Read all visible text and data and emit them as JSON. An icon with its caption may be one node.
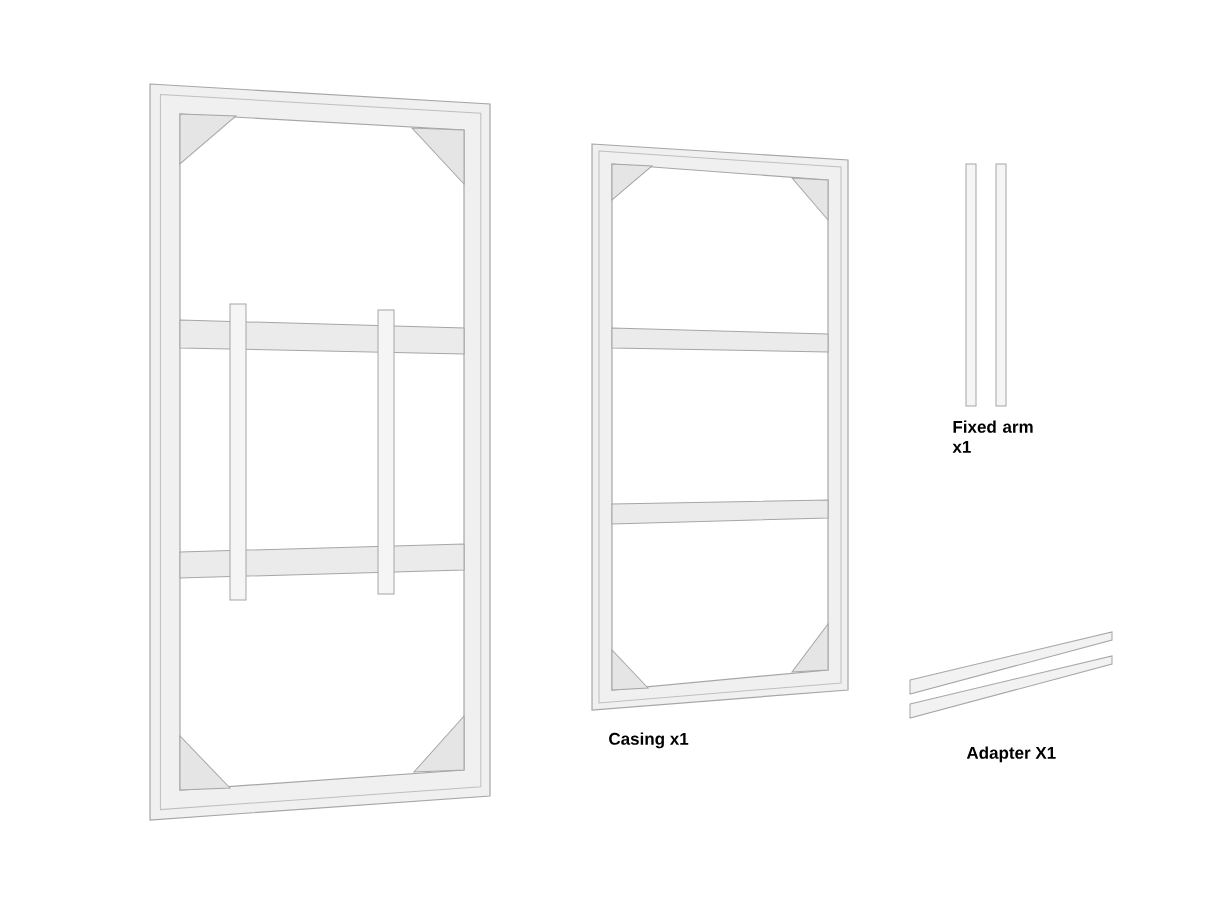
{
  "diagram": {
    "labels": [
      "Fixed arm x1",
      "Casing x1",
      "Adapter X1"
    ]
  }
}
